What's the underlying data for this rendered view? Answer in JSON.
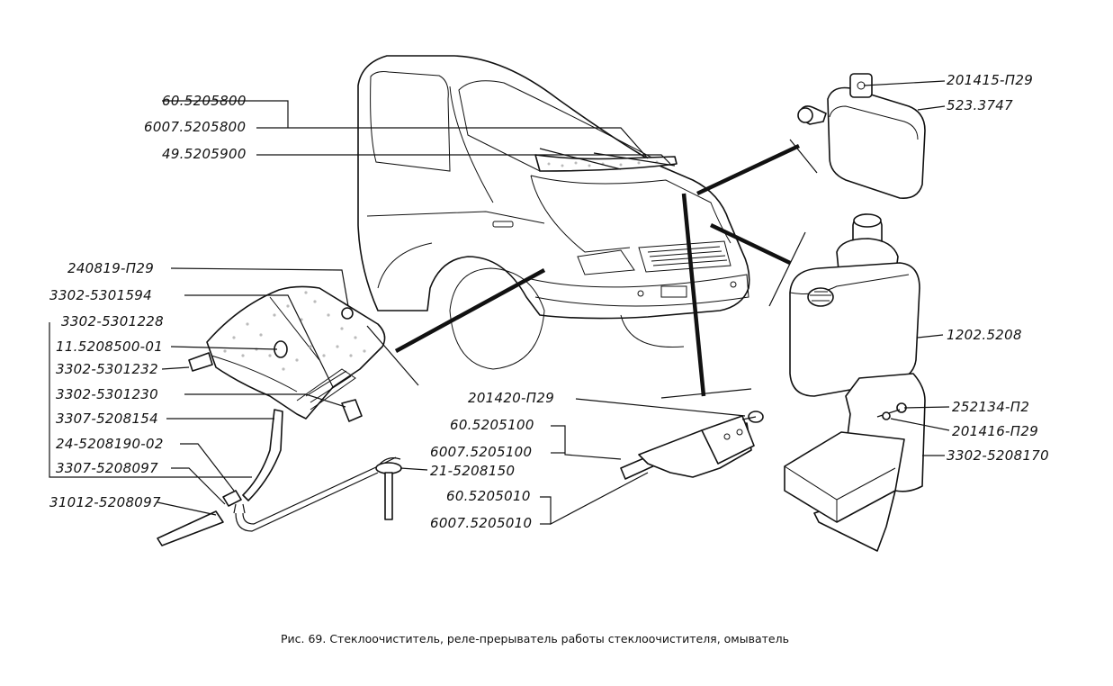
{
  "labels": {
    "l_60_5205800": "60.5205800",
    "l_6007_5205800": "6007.5205800",
    "l_49_5205900": "49.5205900",
    "l_201415": "201415-П29",
    "l_523_3747": "523.3747",
    "l_240819": "240819-П29",
    "l_3302_5301594": "3302-5301594",
    "l_3302_5301228": "3302-5301228",
    "l_11_5208500": "11.5208500-01",
    "l_3302_5301232": "3302-5301232",
    "l_3302_5301230": "3302-5301230",
    "l_3307_5208154": "3307-5208154",
    "l_24_5208190": "24-5208190-02",
    "l_3307_5208097": "3307-5208097",
    "l_31012_5208097": "31012-5208097",
    "l_21_5208150": "21-5208150",
    "l_201420": "201420-П29",
    "l_60_5205100": "60.5205100",
    "l_6007_5205100": "6007.5205100",
    "l_60_5205010": "60.5205010",
    "l_6007_5205010": "6007.5205010",
    "l_1202_5208": "1202.5208",
    "l_252134": "252134-П2",
    "l_201416": "201416-П29",
    "l_3302_5208170": "3302-5208170"
  },
  "caption": "Рис. 69. Стеклоочиститель, реле-прерыватель работы стеклоочистителя, омыватель"
}
